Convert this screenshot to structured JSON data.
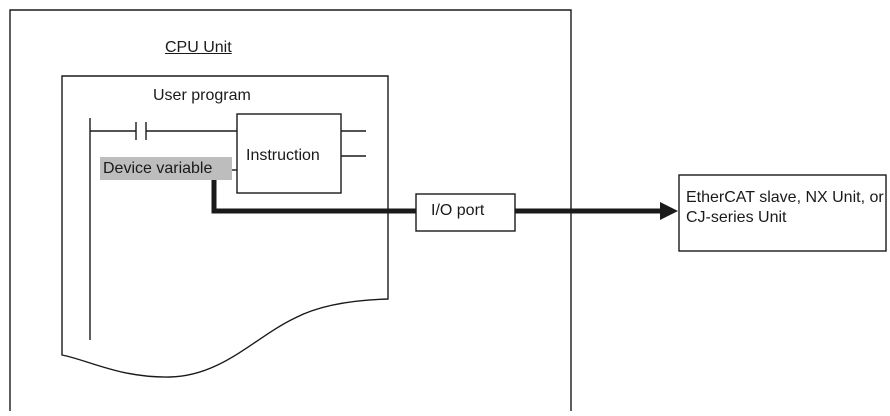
{
  "cpu_unit": {
    "title": "CPU Unit"
  },
  "user_program": {
    "title": "User program",
    "device_variable_label": "Device variable",
    "instruction_label": "Instruction"
  },
  "io_port": {
    "label": "I/O port"
  },
  "target": {
    "label": "EtherCAT slave, NX Unit, or CJ-series Unit"
  },
  "colors": {
    "line": "#1a1a1a",
    "highlight": "#bdbdbd"
  }
}
